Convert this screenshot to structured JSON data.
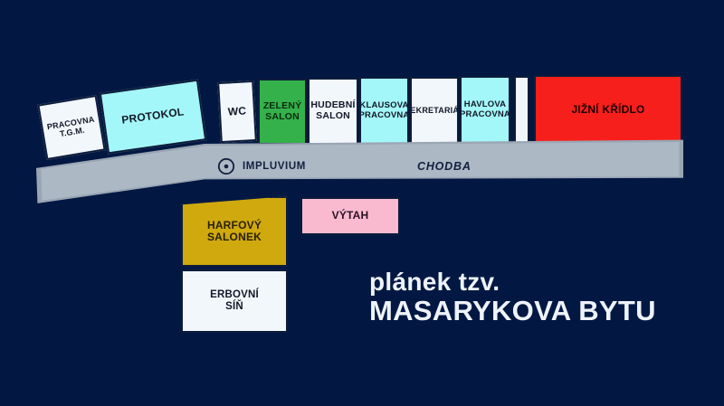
{
  "diagram": {
    "title_line1": "plánek tzv.",
    "title_line2": "MASARYKOVA BYTU",
    "background_color": "#021843"
  },
  "corridor": {
    "name": "CHODBA",
    "color": "#adb8c5",
    "impluvium_label": "IMPLUVIUM",
    "impluvium_icon": "circle-dot-icon"
  },
  "rooms": {
    "pracovna_tgm": {
      "line1": "PRACOVNA",
      "line2": "T.G.M.",
      "color": "#f2f7fc"
    },
    "protokol": {
      "line1": "PROTOKOL",
      "line2": "",
      "color": "#a4f7f8"
    },
    "wc": {
      "line1": "WC",
      "line2": "",
      "color": "#f2f7fc"
    },
    "zeleny_salon": {
      "line1": "ZELENÝ",
      "line2": "SALON",
      "color": "#34b14a"
    },
    "hudebni_salon": {
      "line1": "HUDEBNÍ",
      "line2": "SALON",
      "color": "#f2f7fc"
    },
    "klausova": {
      "line1": "KLAUSOVA",
      "line2": "PRACOVNA",
      "color": "#a4f7f8"
    },
    "sekretariat": {
      "line1": "SEKRETARIÁT",
      "line2": "",
      "color": "#f2f7fc"
    },
    "havlova": {
      "line1": "HAVLOVA",
      "line2": "PRACOVNA",
      "color": "#a4f7f8"
    },
    "unnamed_strip": {
      "line1": "",
      "line2": "",
      "color": "#f2f7fc"
    },
    "jizni_kridlo": {
      "line1": "JIŽNÍ KŘÍDLO",
      "line2": "",
      "color": "#f71f1c"
    },
    "harfovy_salonek": {
      "line1": "HARFOVÝ",
      "line2": "SALONEK",
      "color": "#cfa90e"
    },
    "vytah": {
      "line1": "VÝTAH",
      "line2": "",
      "color": "#f9bad0"
    },
    "erbovni_sin": {
      "line1": "ERBOVNÍ",
      "line2": "SÍŇ",
      "color": "#f2f7fc"
    }
  }
}
